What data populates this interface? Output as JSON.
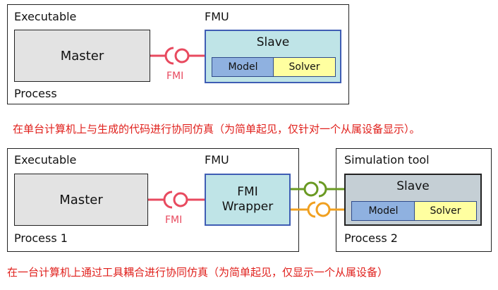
{
  "top": {
    "executable_label": "Executable",
    "process_label": "Process",
    "master_label": "Master",
    "fmu_label": "FMU",
    "slave_label": "Slave",
    "model_label": "Model",
    "solver_label": "Solver",
    "fmi_label": "FMI",
    "caption": "在单台计算机上与生成的代码进行协同仿真（为简单起见，仅针对一个从属设备显示）。"
  },
  "bottom": {
    "executable_label": "Executable",
    "process1_label": "Process 1",
    "master_label": "Master",
    "fmu_label": "FMU",
    "wrapper_line1": "FMI",
    "wrapper_line2": "Wrapper",
    "fmi_label": "FMI",
    "sim_tool_label": "Simulation tool",
    "process2_label": "Process 2",
    "slave_label": "Slave",
    "model_label": "Model",
    "solver_label": "Solver",
    "caption": "在一台计算机上通过工具耦合进行协同仿真（为简单起见，仅显示一个从属设备）"
  },
  "colors": {
    "fmi_connector": "#e84a5f",
    "green_connector": "#6a9a23",
    "orange_connector": "#f0a020",
    "caption_text": "#e0201c",
    "fmu_border": "#3f5db4"
  }
}
